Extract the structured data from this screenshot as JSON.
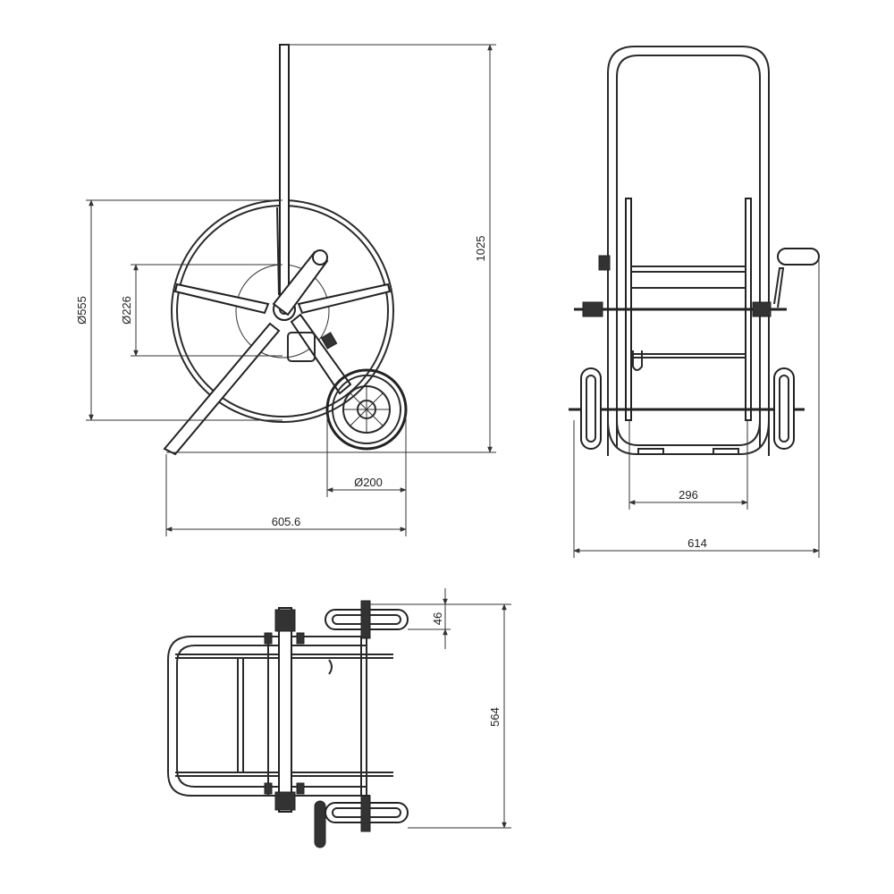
{
  "views": {
    "side": {
      "dims": {
        "height": "1025",
        "drum_dia": "Ø555",
        "hub_dia": "Ø226",
        "wheel_dia": "Ø200",
        "length": "605.6"
      }
    },
    "front": {
      "dims": {
        "inner_width": "296",
        "overall_width": "614"
      }
    },
    "top": {
      "dims": {
        "wheel_width": "46",
        "depth": "564"
      }
    }
  }
}
